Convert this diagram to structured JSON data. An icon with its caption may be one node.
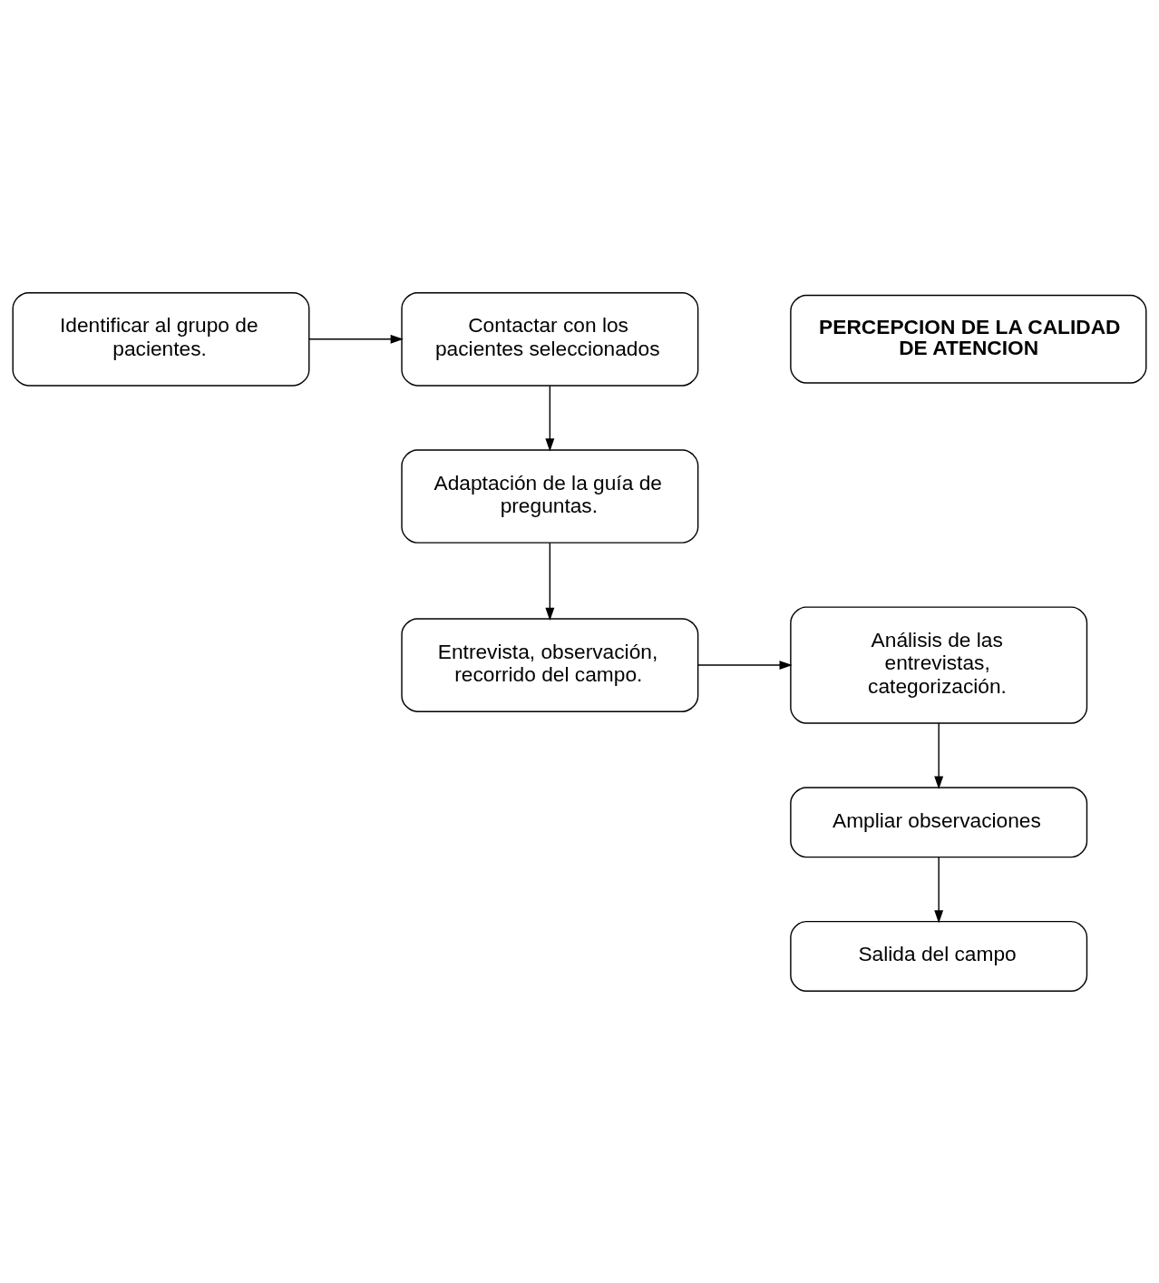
{
  "diagram": {
    "nodes": [
      {
        "text": [
          "Identificar al grupo de pacientes."
        ]
      },
      {
        "text": [
          "Contactar con los pacientes seleccionados"
        ]
      },
      {
        "text": [
          "Adaptación de la guía de preguntas."
        ]
      },
      {
        "text": [
          "PERCEPCION DE LA CALIDAD DE ATENCION"
        ]
      },
      {
        "text": [
          "Entrevista, observación, recorrido del campo."
        ]
      },
      {
        "text": [
          "Análisis de las entrevistas, categorización."
        ]
      },
      {
        "text": [
          "Ampliar observaciones"
        ]
      },
      {
        "text": [
          "Salida del campo"
        ]
      }
    ],
    "edges": [
      {
        "from": 0,
        "to": 1,
        "arrow": "to"
      },
      {
        "from": 1,
        "to": 2,
        "arrow": "to"
      },
      {
        "from": 2,
        "to": 4,
        "arrow": "to"
      },
      {
        "from": 4,
        "to": 5,
        "arrow": "to"
      },
      {
        "from": 5,
        "to": 6,
        "arrow": "to"
      },
      {
        "from": 6,
        "to": 7,
        "arrow": "to"
      }
    ]
  }
}
